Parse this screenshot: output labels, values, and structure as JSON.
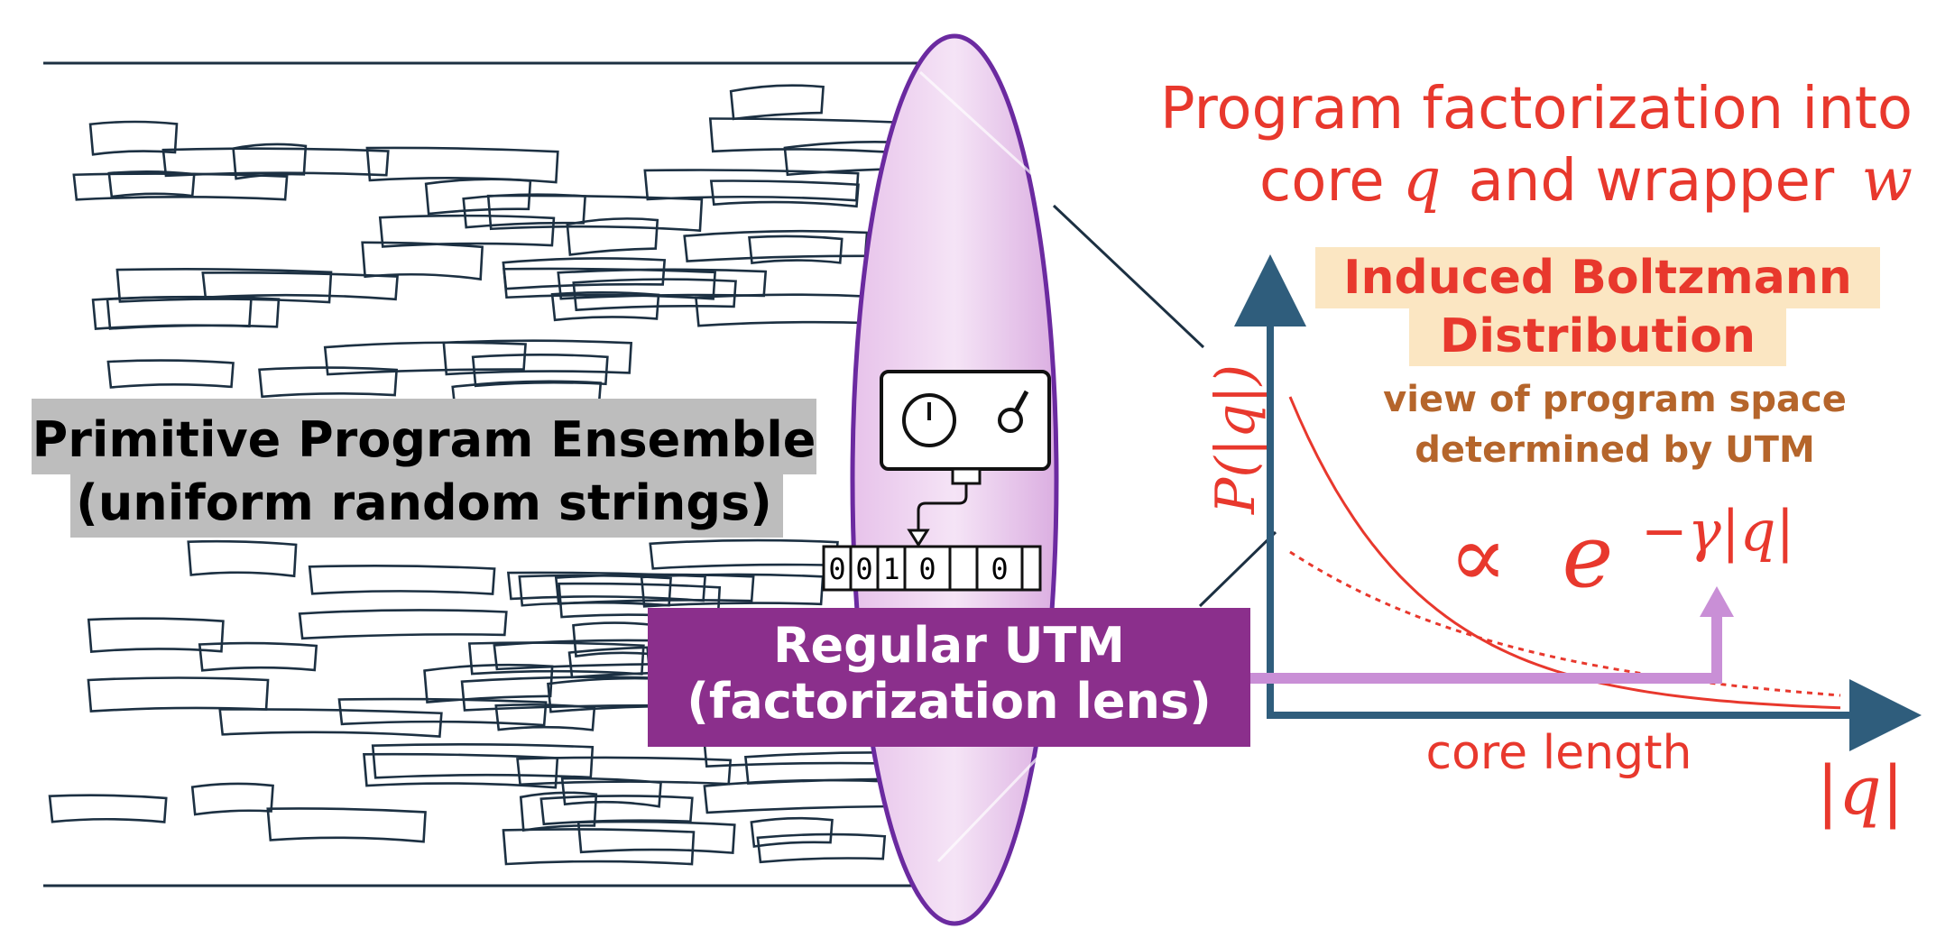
{
  "ensemble": {
    "label_line1": "Primitive Program Ensemble",
    "label_line2": "(uniform random strings)"
  },
  "utm": {
    "label_line1": "Regular UTM",
    "label_line2": "(factorization lens)",
    "tape_cells": [
      "0",
      "0",
      "1",
      "0",
      "",
      "0",
      ""
    ]
  },
  "header": {
    "line1": "Program factorization into",
    "line2_a": "core",
    "line2_q": "q",
    "line2_b": "and wrapper",
    "line2_w": "w"
  },
  "distribution": {
    "title_line1": "Induced Boltzmann",
    "title_line2": "Distribution",
    "subtitle_line1": "view of program space",
    "subtitle_line2": "determined by UTM",
    "formula_prop": "∝",
    "formula_e": "e",
    "formula_exp": "−γ|q|"
  },
  "chart_data": {
    "type": "line",
    "ylabel": "P(|q|)",
    "xlabel": "core length",
    "xaxis_symbol": "|q|",
    "series": [
      {
        "style": "solid",
        "color": "#e8382d",
        "curve": "steep exponential decay"
      },
      {
        "style": "dotted",
        "color": "#e8382d",
        "curve": "shallow exponential decay"
      }
    ]
  },
  "colors": {
    "ink": "#1c3042",
    "red": "#e8382d",
    "purple": "#8b2f8c",
    "lavender": "#c98fd6",
    "axis": "#2f5d7c",
    "brown": "#b5652b",
    "highlight": "#fbe6c2",
    "gray_box": "#bdbdbd"
  }
}
